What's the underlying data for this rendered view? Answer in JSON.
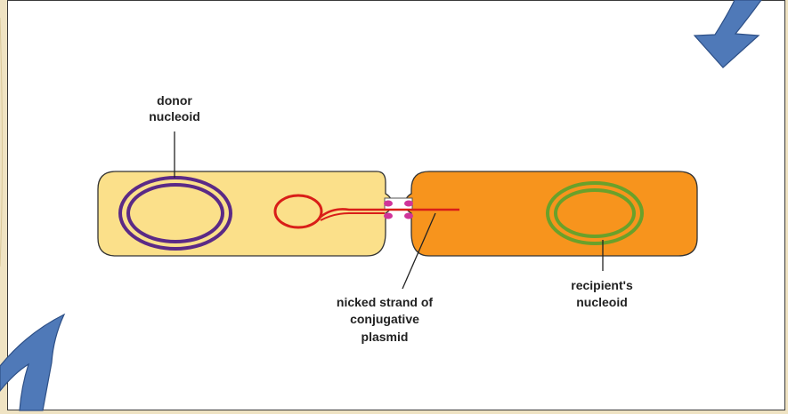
{
  "labels": {
    "donor_nucleoid_line1": "donor",
    "donor_nucleoid_line2": "nucleoid",
    "nicked_strand_line1": "nicked strand of",
    "nicked_strand_line2": "conjugative",
    "nicked_strand_line3": "plasmid",
    "recipient_line1": "recipient's",
    "recipient_line2": "nucleoid"
  },
  "colors": {
    "donor_cell": "#fbe08a",
    "recipient_cell": "#f7941d",
    "donor_nucleoid": "#5b2a86",
    "recipient_nucleoid": "#6aa12a",
    "plasmid": "#d91e18",
    "pilus_beads": "#d0349a",
    "arrow": "#4f79b8",
    "background": "#efe3c3"
  },
  "icons": [
    "curved-arrow-down-icon",
    "curved-arrow-up-icon"
  ]
}
